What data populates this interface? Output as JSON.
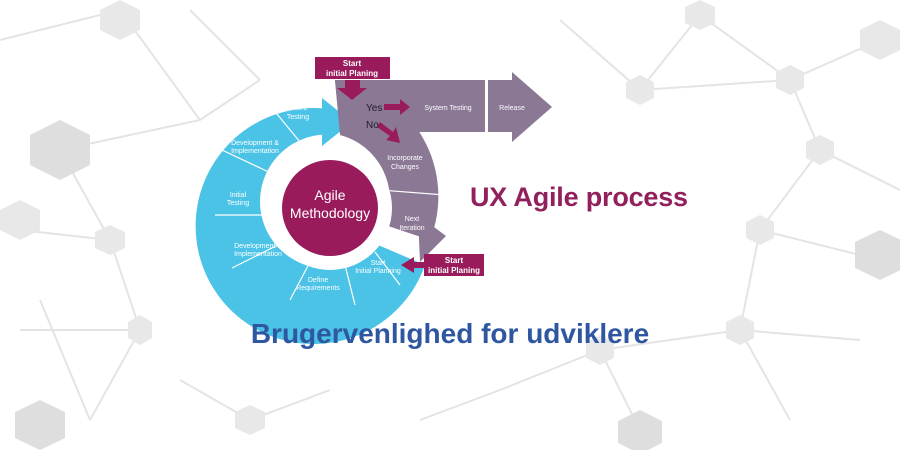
{
  "colors": {
    "cyan": "#4bc3e6",
    "cyan_dark": "#33a9cf",
    "purple": "#8a7895",
    "purple_dark": "#6f5f7c",
    "magenta": "#9a1b5c",
    "title_magenta": "#92205c",
    "subtitle_blue": "#2f56a0",
    "network": "#e6e6e6"
  },
  "diagram": {
    "center_line1": "Agile",
    "center_line2": "Methodology",
    "cycle": {
      "client_testing": [
        "Client",
        "Testing"
      ],
      "dev_impl_top": [
        "Development &",
        "Implementation"
      ],
      "initial_testing": [
        "Initial",
        "Testing"
      ],
      "dev_impl_bottom": [
        "Development &",
        "Implementation"
      ],
      "define_requirements": [
        "Define",
        "Requirements"
      ],
      "start_initial_planning": [
        "Start",
        "Initial Planning"
      ],
      "next_iteration": [
        "Next",
        "Iteration"
      ],
      "incorporate_changes": [
        "Incorporate",
        "Changes"
      ]
    },
    "decision": {
      "yes": "Yes",
      "no": "No"
    },
    "flow": {
      "system_testing": "System Testing",
      "release": "Release"
    },
    "tag_top": [
      "Start",
      "initial Planing"
    ],
    "tag_bottom": [
      "Start",
      "initial Planing"
    ]
  },
  "headline": "UX Agile process",
  "subtitle": "Brugervenlighed for udviklere"
}
